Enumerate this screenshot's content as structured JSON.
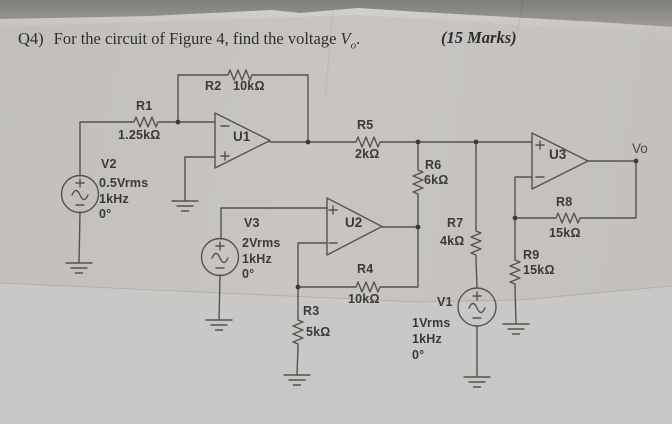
{
  "question": {
    "number": "Q4)",
    "text": "For the circuit of Figure 4, find the voltage",
    "v_symbol": "V",
    "v_subscript": "o",
    "period": ".",
    "marks": "(15 Marks)"
  },
  "components": {
    "r1": {
      "name": "R1",
      "value": "1.25kΩ"
    },
    "r2": {
      "name": "R2",
      "value": "10kΩ"
    },
    "r3": {
      "name": "R3",
      "value": "5kΩ"
    },
    "r4": {
      "name": "R4",
      "value": "10kΩ"
    },
    "r5": {
      "name": "R5",
      "value": "2kΩ"
    },
    "r6": {
      "name": "R6",
      "value": "6kΩ"
    },
    "r7": {
      "name": "R7",
      "value": "4kΩ"
    },
    "r8": {
      "name": "R8",
      "value": "15kΩ"
    },
    "r9": {
      "name": "R9",
      "value": "15kΩ"
    },
    "u1": {
      "name": "U1"
    },
    "u2": {
      "name": "U2"
    },
    "u3": {
      "name": "U3"
    },
    "v1": {
      "name": "V1",
      "lines": [
        "1Vrms",
        "1kHz",
        "0°"
      ]
    },
    "v2": {
      "name": "V2",
      "lines": [
        "0.5Vrms",
        "1kHz",
        "0°"
      ]
    },
    "v3": {
      "name": "V3",
      "lines": [
        "2Vrms",
        "1kHz",
        "0°"
      ]
    },
    "output": {
      "label": "Vo"
    }
  }
}
